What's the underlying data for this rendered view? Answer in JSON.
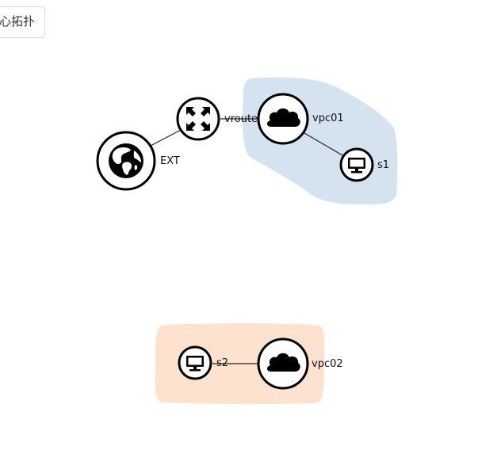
{
  "toolbar": {
    "center_label": "心拓扑"
  },
  "groups": [
    {
      "id": "vpc01-group",
      "color": "#d4e3ef"
    },
    {
      "id": "vpc02-group",
      "color": "#fde2cf"
    }
  ],
  "nodes": {
    "ext": {
      "label": "EXT",
      "icon": "globe-icon"
    },
    "vrouter": {
      "label": "vrouter",
      "icon": "router-icon"
    },
    "vpc01": {
      "label": "vpc01",
      "icon": "cloud-icon"
    },
    "s1": {
      "label": "s1",
      "icon": "monitor-icon"
    },
    "s2": {
      "label": "s2",
      "icon": "monitor-icon"
    },
    "vpc02": {
      "label": "vpc02",
      "icon": "cloud-icon"
    }
  },
  "links": [
    [
      "ext",
      "vrouter"
    ],
    [
      "vrouter",
      "vpc01"
    ],
    [
      "vpc01",
      "s1"
    ],
    [
      "s2",
      "vpc02"
    ]
  ]
}
